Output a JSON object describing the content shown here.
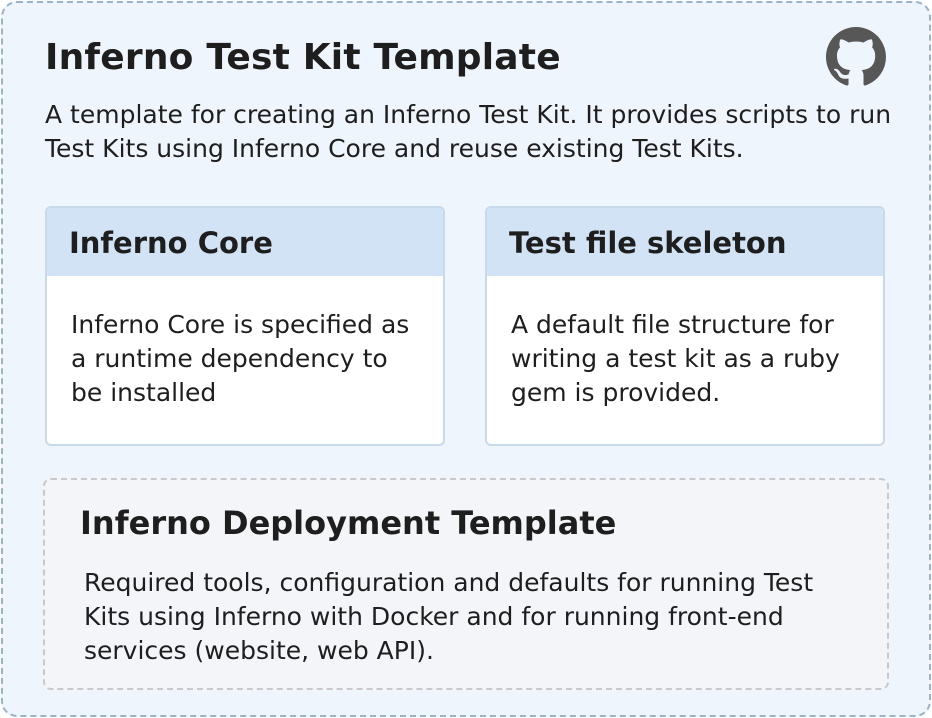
{
  "kit": {
    "title": "Inferno Test Kit Template",
    "description": "A template for creating an Inferno Test Kit. It provides scripts to run Test Kits using Inferno Core and reuse existing Test Kits.",
    "icon": "github-icon"
  },
  "cards": [
    {
      "title": "Inferno Core",
      "body": "Inferno Core is specified as a runtime dependency to be installed"
    },
    {
      "title": "Test file skeleton",
      "body": "A default file structure for writing a test kit as a ruby gem is provided."
    }
  ],
  "deployment": {
    "title": "Inferno Deployment Template",
    "description": "Required tools, configuration and defaults for running Test Kits using Inferno with Docker and for running front-end services (website, web API)."
  },
  "colors": {
    "outer_background": "#eff5fd",
    "outer_border": "#9ab3c9",
    "card_header": "#d1e3f5",
    "card_border": "#c7d9ea",
    "deployment_background": "#f3f5f9",
    "deployment_border": "#c6c9ce",
    "icon": "#575757"
  }
}
